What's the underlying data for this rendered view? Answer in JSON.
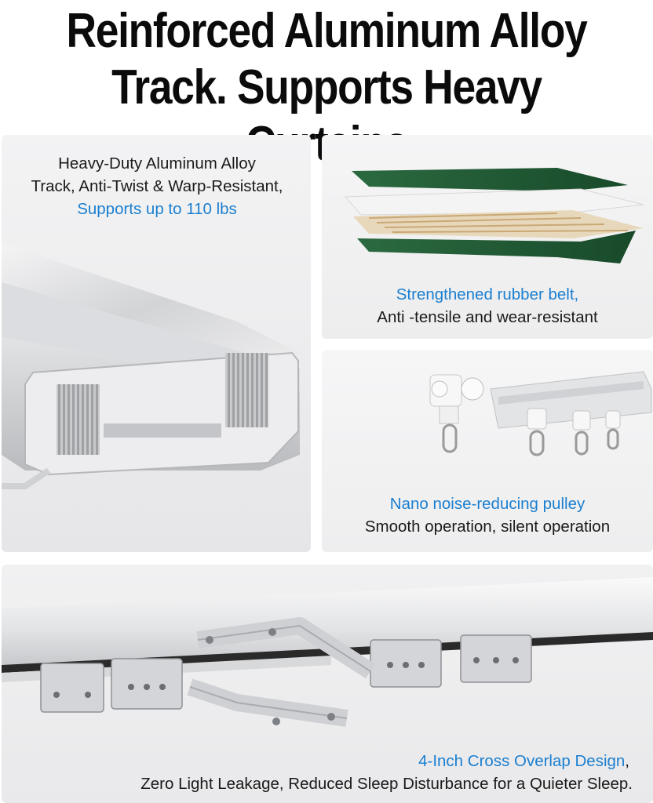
{
  "headline": {
    "line1": "Reinforced Aluminum Alloy",
    "line2": "Track. Supports Heavy Curtains"
  },
  "panel_track": {
    "line1": "Heavy-Duty Aluminum Alloy",
    "line2": "Track, Anti-Twist & Warp-Resistant,",
    "highlight": "Supports up to 110 lbs"
  },
  "panel_belt": {
    "highlight": "Strengthened rubber belt,",
    "line2": "Anti -tensile and wear-resistant"
  },
  "panel_pulley": {
    "highlight": "Nano noise-reducing pulley",
    "line2": "Smooth operation, silent operation"
  },
  "panel_overlap": {
    "highlight": "4-Inch Cross Overlap Design",
    "comma": ",",
    "line2": "Zero Light Leakage, Reduced Sleep Disturbance for a Quieter Sleep."
  },
  "colors": {
    "highlight": "#1b7fd0",
    "belt_green": "#1f5a34",
    "aluminum": "#d9dadc"
  }
}
